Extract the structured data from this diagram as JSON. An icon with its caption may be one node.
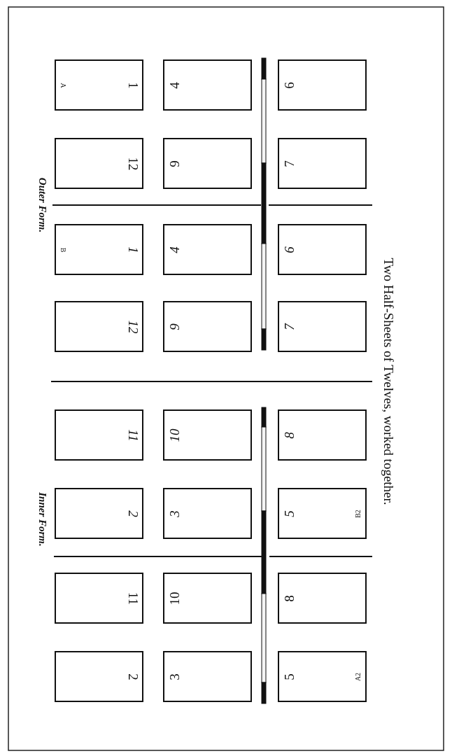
{
  "diagram": {
    "title": "Two Half-Sheets of Twelves, worked together.",
    "nodes": [
      {
        "text": [
          "1",
          "A"
        ]
      },
      {
        "text": [
          "4"
        ]
      },
      {
        "text": [
          "6"
        ]
      },
      {
        "text": [
          "12"
        ]
      },
      {
        "text": [
          "9"
        ]
      },
      {
        "text": [
          "7"
        ]
      },
      {
        "text": [
          "1",
          "B"
        ]
      },
      {
        "text": [
          "4"
        ]
      },
      {
        "text": [
          "6"
        ]
      },
      {
        "text": [
          "12"
        ]
      },
      {
        "text": [
          "9"
        ]
      },
      {
        "text": [
          "7"
        ]
      },
      {
        "text": [
          "11"
        ]
      },
      {
        "text": [
          "10"
        ]
      },
      {
        "text": [
          "8"
        ]
      },
      {
        "text": [
          "2"
        ]
      },
      {
        "text": [
          "3"
        ]
      },
      {
        "text": [
          "5",
          "B2"
        ]
      },
      {
        "text": [
          "11"
        ]
      },
      {
        "text": [
          "10"
        ]
      },
      {
        "text": [
          "8"
        ]
      },
      {
        "text": [
          "2"
        ]
      },
      {
        "text": [
          "3"
        ]
      },
      {
        "text": [
          "5",
          "A2"
        ]
      }
    ],
    "labels": [
      "Outer Form.",
      "Inner Form."
    ]
  }
}
